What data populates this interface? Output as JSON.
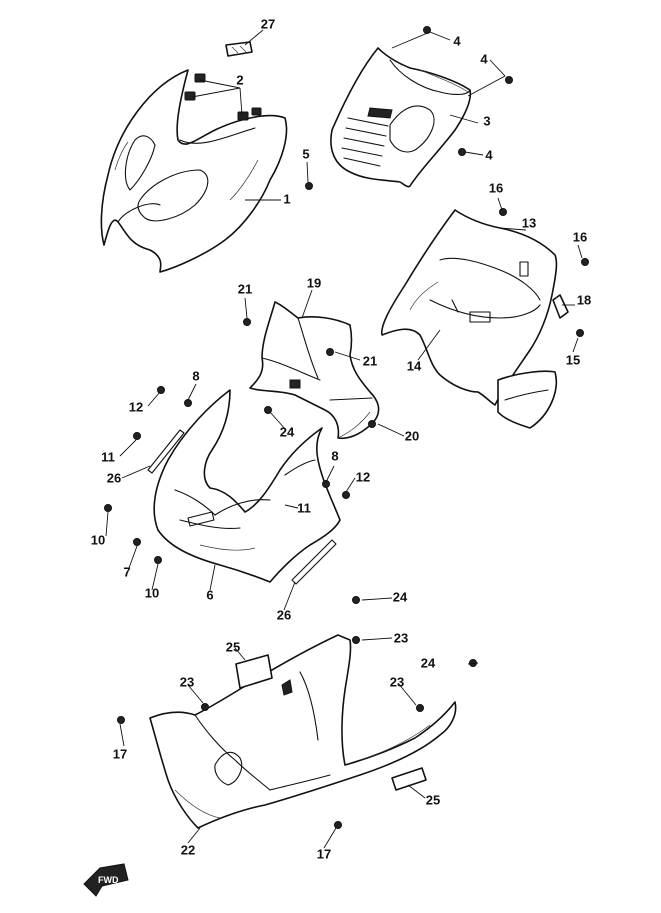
{
  "forward_mark": "FWD",
  "callouts": {
    "c1": "1",
    "c2": "2",
    "c3": "3",
    "c4a": "4",
    "c4b": "4",
    "c4c": "4",
    "c5": "5",
    "c6": "6",
    "c7": "7",
    "c8a": "8",
    "c8b": "8",
    "c10a": "10",
    "c10b": "10",
    "c11a": "11",
    "c11b": "11",
    "c12a": "12",
    "c12b": "12",
    "c13": "13",
    "c14": "14",
    "c15": "15",
    "c16a": "16",
    "c16b": "16",
    "c17a": "17",
    "c17b": "17",
    "c18": "18",
    "c19": "19",
    "c20": "20",
    "c21a": "21",
    "c21b": "21",
    "c22": "22",
    "c23a": "23",
    "c23b": "23",
    "c23c": "23",
    "c24a": "24",
    "c24b": "24",
    "c24c": "24",
    "c25a": "25",
    "c25b": "25",
    "c26a": "26",
    "c26b": "26",
    "c27": "27"
  }
}
